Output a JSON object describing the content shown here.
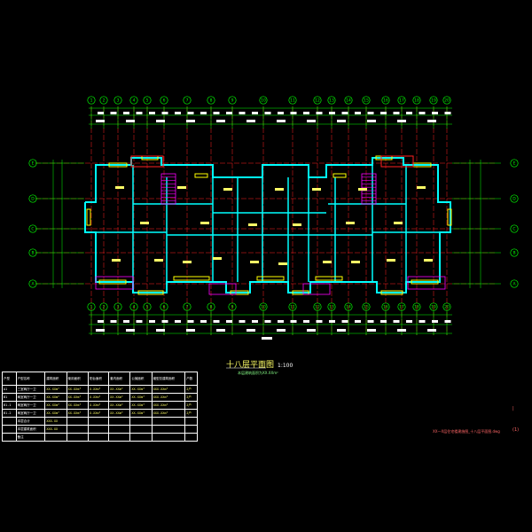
{
  "drawing": {
    "title": "十八层平面图",
    "scale": "1:100",
    "note": "本层建筑面积为XX.XXm²",
    "file_path": "XX—X层住宅楼建施图_十八层平面图.dwg",
    "corner_label_1": "|",
    "corner_label_2": "(1)",
    "colors": {
      "background": "#000000",
      "grid": "#00ff00",
      "axis_red": "#ff2020",
      "wall": "#00ffff",
      "window": "#ffff00",
      "stair": "#ff00ff",
      "room_text": "#ffff66",
      "dim": "#ffffff"
    }
  },
  "grid_bubbles_top": [
    "1",
    "2",
    "3",
    "4",
    "5",
    "6",
    "7",
    "8",
    "9",
    "10",
    "11",
    "12",
    "13",
    "14",
    "15",
    "16",
    "17",
    "18",
    "19",
    "20"
  ],
  "grid_bubbles_side": [
    "A",
    "B",
    "C",
    "D",
    "E"
  ],
  "area_table": {
    "headers": [
      "户型",
      "户型名称",
      "建筑面积",
      "使用面积",
      "阳台面积",
      "套内面积",
      "公摊面积",
      "套型总建筑面积",
      "户数"
    ],
    "rows": [
      [
        "A1",
        "三室两厅一卫",
        "XX.XXm²",
        "XX.XXm²",
        "X.XXm²",
        "XX.XXm²",
        "XX.XXm²",
        "XXX.XXm²",
        "2户"
      ],
      [
        "B1",
        "两室两厅一卫",
        "XX.XXm²",
        "XX.XXm²",
        "X.XXm²",
        "XX.XXm²",
        "XX.XXm²",
        "XXX.XXm²",
        "2户"
      ],
      [
        "B1-1",
        "两室两厅一卫",
        "XX.XXm²",
        "XX.XXm²",
        "X.XXm²",
        "XX.XXm²",
        "XX.XXm²",
        "XXX.XXm²",
        "2户"
      ],
      [
        "B1-2",
        "两室两厅一卫",
        "XX.XXm²",
        "XX.XXm²",
        "X.XXm²",
        "XX.XXm²",
        "XX.XXm²",
        "XXX.XXm²",
        "2户"
      ],
      [
        "",
        "本层合计",
        "XXX.XX",
        "",
        "",
        "",
        "",
        "",
        ""
      ],
      [
        "",
        "本层建筑面积",
        "XXX.XX",
        "",
        "",
        "",
        "",
        "",
        ""
      ],
      [
        "",
        "备注",
        "",
        ""
      ]
    ]
  }
}
